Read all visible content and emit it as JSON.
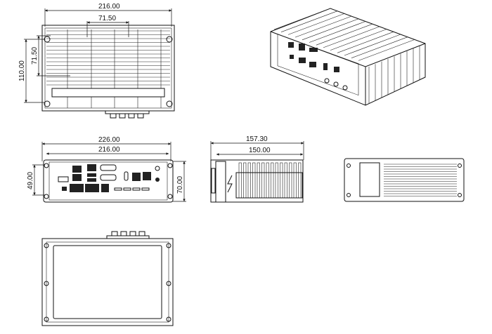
{
  "title": "Fanless embedded box PC mechanical drawing",
  "views": {
    "top": {
      "width": "216.00",
      "hole_spacing_x": "71.50",
      "hole_spacing_y": "71.50",
      "depth": "110.00"
    },
    "front": {
      "overall_width": "226.00",
      "body_width": "216.00",
      "mount_height": "49.00",
      "height": "70.00"
    },
    "side": {
      "overall_depth": "157.30",
      "body_depth": "150.00"
    }
  },
  "colors": {
    "line": "#111111",
    "background": "#ffffff"
  }
}
